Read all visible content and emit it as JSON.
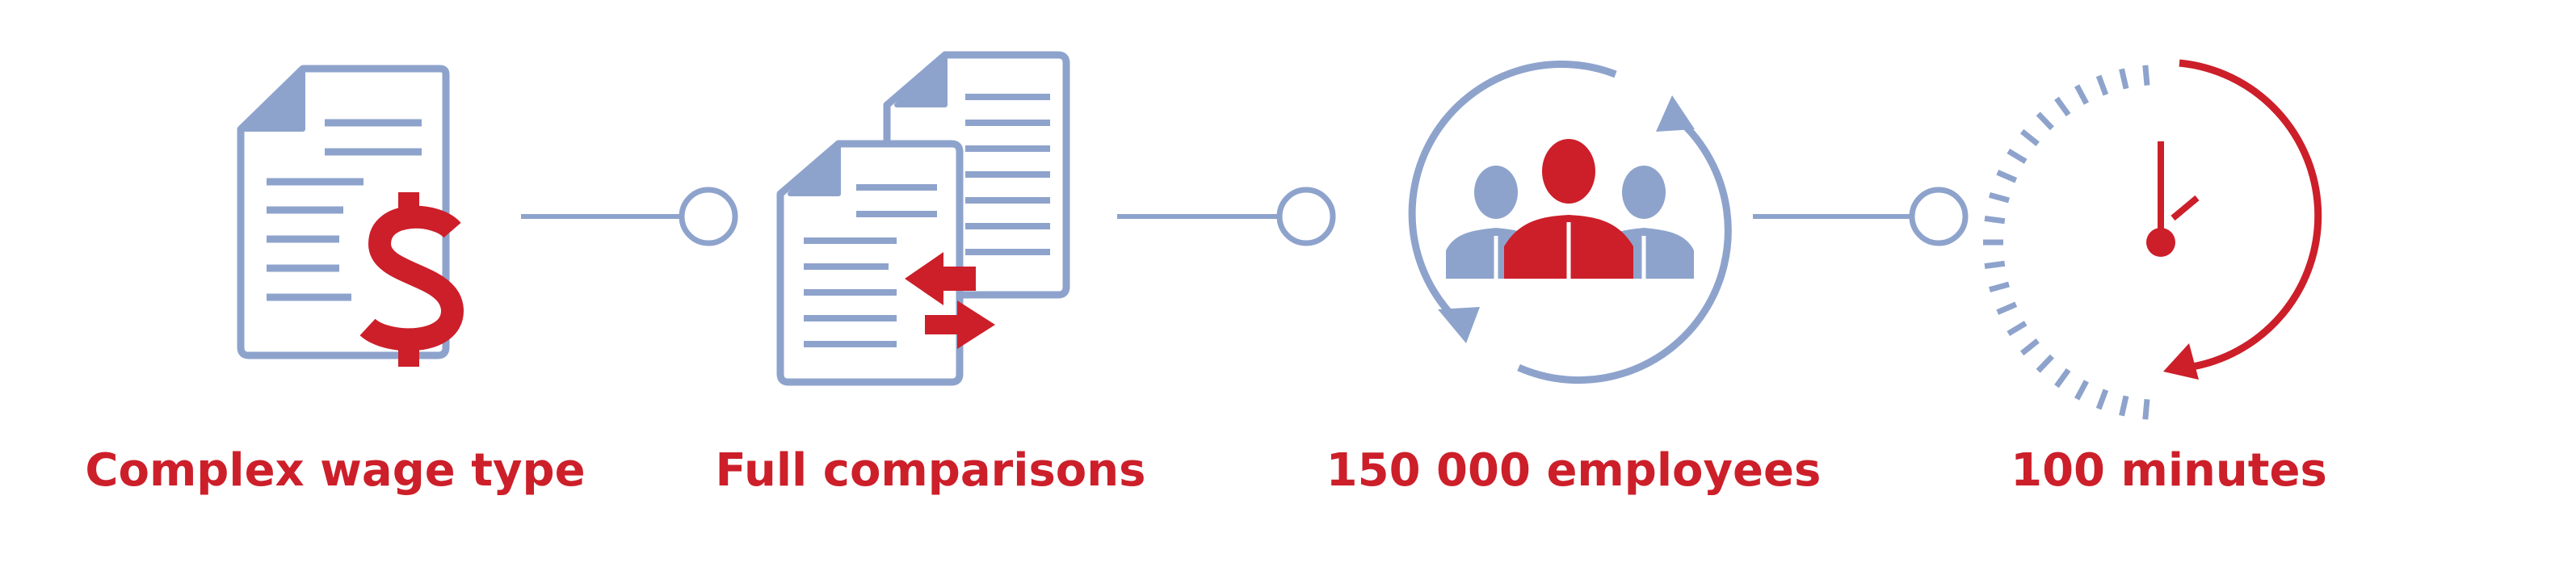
{
  "colors": {
    "accent": "#cc1f2a",
    "icon": "#8ea3cc"
  },
  "steps": [
    {
      "icon": "payroll-document-icon",
      "label": "Complex wage type"
    },
    {
      "icon": "compare-documents-icon",
      "label": "Full comparisons"
    },
    {
      "icon": "employees-cycle-icon",
      "label": "150 000 employees"
    },
    {
      "icon": "clock-icon",
      "label": "100 minutes"
    }
  ]
}
